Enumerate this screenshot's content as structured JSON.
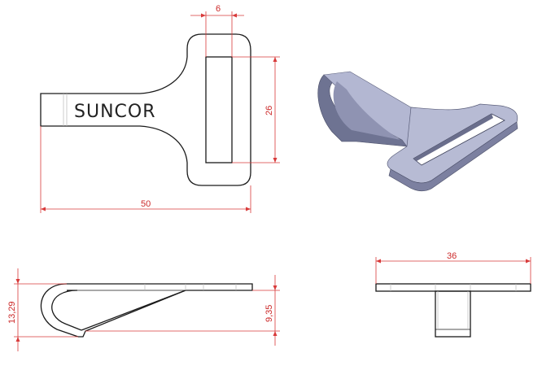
{
  "drawing": {
    "brand_text": "SUNCOR",
    "dimensions": {
      "slot_width": "6",
      "slot_length": "26",
      "overall_length": "50",
      "hook_height": "13,29",
      "hook_offset": "9,35",
      "overall_width": "36"
    },
    "colors": {
      "outline": "#1a1a1a",
      "dimension": "#d83a3a",
      "iso_top": "#b7bbd4",
      "iso_side": "#7c80a0"
    }
  }
}
